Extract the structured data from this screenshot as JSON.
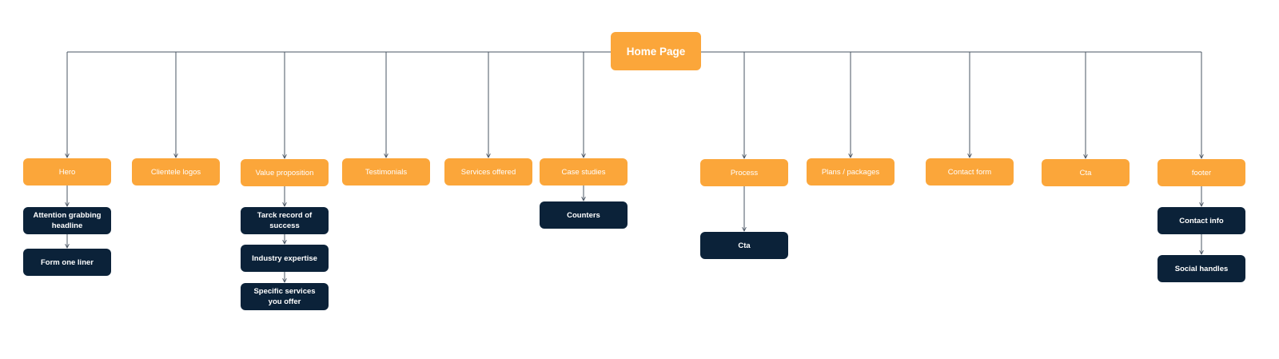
{
  "colors": {
    "primary_node": "#fba63a",
    "secondary_node": "#0b2239",
    "connector": "#4a5563",
    "node_text": "#ffffff"
  },
  "root": {
    "label": "Home Page"
  },
  "sections": [
    {
      "label": "Hero",
      "children": [
        "Attention grabbing headline",
        "Form one liner"
      ]
    },
    {
      "label": "Clientele logos",
      "children": []
    },
    {
      "label": "Value proposition",
      "children": [
        "Tarck record of success",
        "Industry expertise",
        "Specific services you offer"
      ]
    },
    {
      "label": "Testimonials",
      "children": []
    },
    {
      "label": "Services offered",
      "children": []
    },
    {
      "label": "Case studies",
      "children": [
        "Counters"
      ]
    },
    {
      "label": "Process",
      "children": [
        "Cta"
      ]
    },
    {
      "label": "Plans / packages",
      "children": []
    },
    {
      "label": "Contact form",
      "children": []
    },
    {
      "label": "Cta",
      "children": []
    },
    {
      "label": "footer",
      "children": [
        "Contact info",
        "Social handles"
      ]
    }
  ]
}
